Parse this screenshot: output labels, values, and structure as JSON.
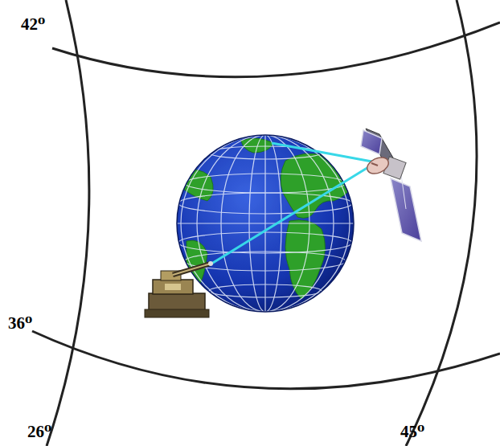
{
  "diagram": {
    "labels": [
      "42⁰",
      "36⁰",
      "26⁰",
      "45⁰"
    ]
  }
}
